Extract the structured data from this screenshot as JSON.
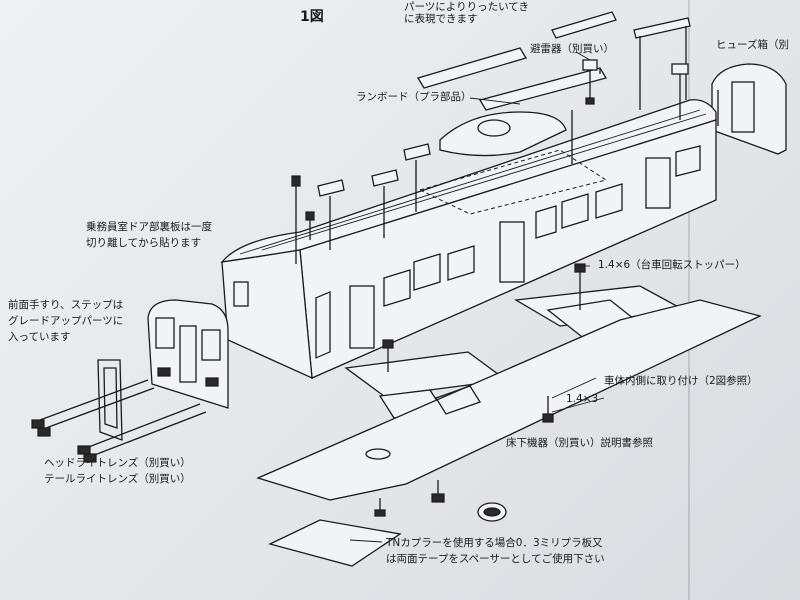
{
  "figure_title": "1図",
  "labels": {
    "top_note_line1": "パーツによりりったいてき",
    "top_note_line2": "に表現できます",
    "hinanki": "避雷器（別買い）",
    "fuse_box": "ヒューズ箱（別",
    "lamp_board": "ランボード（プラ部品）",
    "crew_door_line1": "乗務員室ドア部裏板は一度",
    "crew_door_line2": "切り離してから貼ります",
    "handrail_line1": "前面手すり、ステップは",
    "handrail_line2": "グレードアップパーツに",
    "handrail_line3": "入っています",
    "screw_1_4x6": "1.4×6（台車回転ストッパー）",
    "body_inner": "車体内側に取り付け（2図参照）",
    "screw_1_4x3": "1.4×3",
    "underfloor": "床下機器（別買い）説明書参照",
    "headlight": "ヘッドライトレンズ（別買い）",
    "taillight": "テールライトレンズ（別買い）",
    "tn_line1": "TNカプラーを使用する場合0．3ミリプラ板又",
    "tn_line2": "は両面テープをスペーサーとしてご使用下さい"
  }
}
